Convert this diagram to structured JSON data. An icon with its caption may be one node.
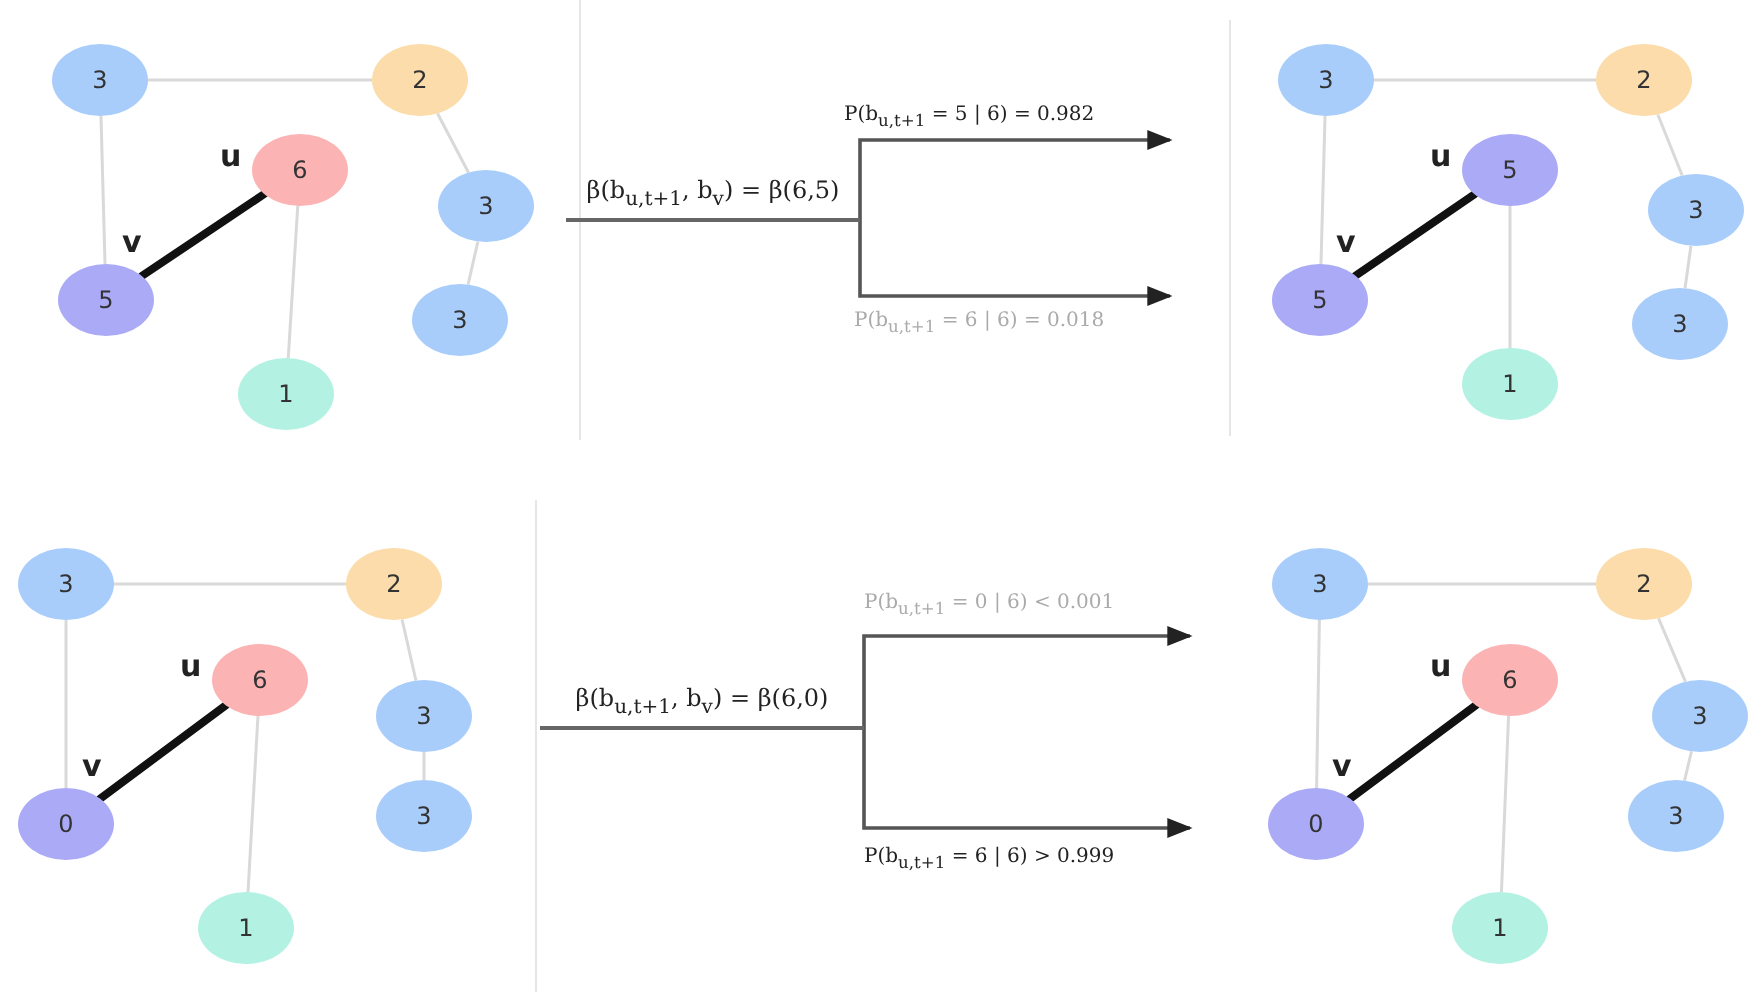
{
  "diagram": {
    "nodes": [
      {
        "text": [
          "3"
        ]
      },
      {
        "text": [
          "2"
        ]
      },
      {
        "text": [
          "6"
        ],
        "beside": [
          "u"
        ]
      },
      {
        "text": [
          "3"
        ]
      },
      {
        "text": [
          "5"
        ],
        "beside": [
          "v"
        ]
      },
      {
        "text": [
          "3"
        ]
      },
      {
        "text": [
          "1"
        ]
      },
      {
        "text": [
          "β(b$_{u,t+1}$, b$_{v}$) = β(6,5)"
        ]
      },
      {
        "text": [
          "3"
        ]
      },
      {
        "text": [
          "2"
        ]
      },
      {
        "text": [
          "5"
        ],
        "beside": [
          "u"
        ]
      },
      {
        "text": [
          "3"
        ]
      },
      {
        "text": [
          "5"
        ],
        "beside": [
          "v"
        ]
      },
      {
        "text": [
          "3"
        ]
      },
      {
        "text": [
          "1"
        ]
      },
      {
        "text": [
          "3"
        ]
      },
      {
        "text": [
          "2"
        ]
      },
      {
        "text": [
          "6"
        ],
        "beside": [
          "u"
        ]
      },
      {
        "text": [
          "3"
        ]
      },
      {
        "text": [
          "0"
        ],
        "beside": [
          "v"
        ]
      },
      {
        "text": [
          "3"
        ]
      },
      {
        "text": [
          "1"
        ]
      },
      {
        "text": [
          "β(b$_{u,t+1}$, b$_{v}$) = β(6,0)"
        ]
      },
      {
        "text": [
          "3"
        ]
      },
      {
        "text": [
          "2"
        ]
      },
      {
        "text": [
          "6"
        ],
        "beside": [
          "u"
        ]
      },
      {
        "text": [
          "3"
        ]
      },
      {
        "text": [
          "0"
        ],
        "beside": [
          "v"
        ]
      },
      {
        "text": [
          "3"
        ]
      },
      {
        "text": [
          "1"
        ]
      }
    ],
    "edges": [
      {
        "from": 0,
        "to": 1,
        "arrow": "none"
      },
      {
        "from": 1,
        "to": 3,
        "arrow": "none"
      },
      {
        "from": 0,
        "to": 4,
        "arrow": "none"
      },
      {
        "from": 4,
        "to": 2,
        "arrow": "none",
        "style": "thick",
        "color": "#111111"
      },
      {
        "from": 2,
        "to": 6,
        "arrow": "none"
      },
      {
        "from": 3,
        "to": 5,
        "arrow": "none"
      },
      {
        "from": 7,
        "to": null,
        "arrow": "to",
        "label": "P(b$_{u,t+1}$ = 5 | 6) = 0.982",
        "color": "#555555"
      },
      {
        "from": 7,
        "to": null,
        "arrow": "to",
        "label": "P(b$_{u,t+1}$ = 6 | 6) = 0.018",
        "color": "#555555"
      },
      {
        "from": 8,
        "to": 9,
        "arrow": "none"
      },
      {
        "from": 9,
        "to": 11,
        "arrow": "none"
      },
      {
        "from": 8,
        "to": 12,
        "arrow": "none"
      },
      {
        "from": 12,
        "to": 10,
        "arrow": "none",
        "style": "thick",
        "color": "#111111"
      },
      {
        "from": 10,
        "to": 14,
        "arrow": "none"
      },
      {
        "from": 11,
        "to": 13,
        "arrow": "none"
      },
      {
        "from": 15,
        "to": 16,
        "arrow": "none"
      },
      {
        "from": 16,
        "to": 18,
        "arrow": "none"
      },
      {
        "from": 15,
        "to": 19,
        "arrow": "none"
      },
      {
        "from": 19,
        "to": 17,
        "arrow": "none",
        "style": "thick",
        "color": "#111111"
      },
      {
        "from": 17,
        "to": 21,
        "arrow": "none"
      },
      {
        "from": 18,
        "to": 20,
        "arrow": "none"
      },
      {
        "from": 22,
        "to": null,
        "arrow": "to",
        "label": "P(b$_{u,t+1}$ = 0 | 6) < 0.001",
        "color": "#555555"
      },
      {
        "from": 22,
        "to": null,
        "arrow": "to",
        "label": "P(b$_{u,t+1}$ = 6 | 6) > 0.999",
        "color": "#555555"
      },
      {
        "from": 23,
        "to": 24,
        "arrow": "none"
      },
      {
        "from": 24,
        "to": 26,
        "arrow": "none"
      },
      {
        "from": 23,
        "to": 27,
        "arrow": "none"
      },
      {
        "from": 27,
        "to": 25,
        "arrow": "none",
        "style": "thick",
        "color": "#111111"
      },
      {
        "from": 25,
        "to": 29,
        "arrow": "none"
      },
      {
        "from": 26,
        "to": 28,
        "arrow": "none"
      }
    ]
  }
}
